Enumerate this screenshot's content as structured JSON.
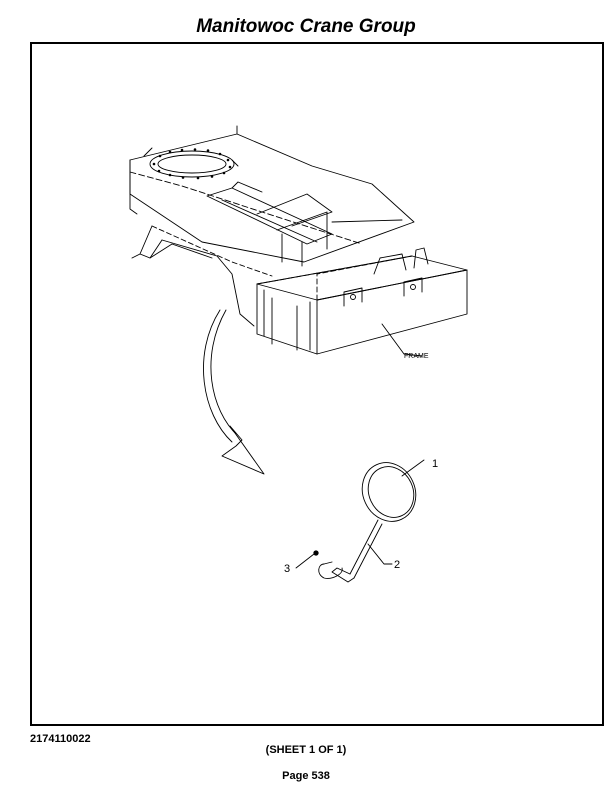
{
  "header": {
    "title": "Manitowoc Crane Group"
  },
  "diagram": {
    "labels": {
      "frame": "FRAME",
      "item1": "1",
      "item2": "2",
      "item3": "3"
    }
  },
  "footer": {
    "doc_number": "2174110022",
    "sheet": "(SHEET 1 OF 1)",
    "page": "Page 538"
  }
}
